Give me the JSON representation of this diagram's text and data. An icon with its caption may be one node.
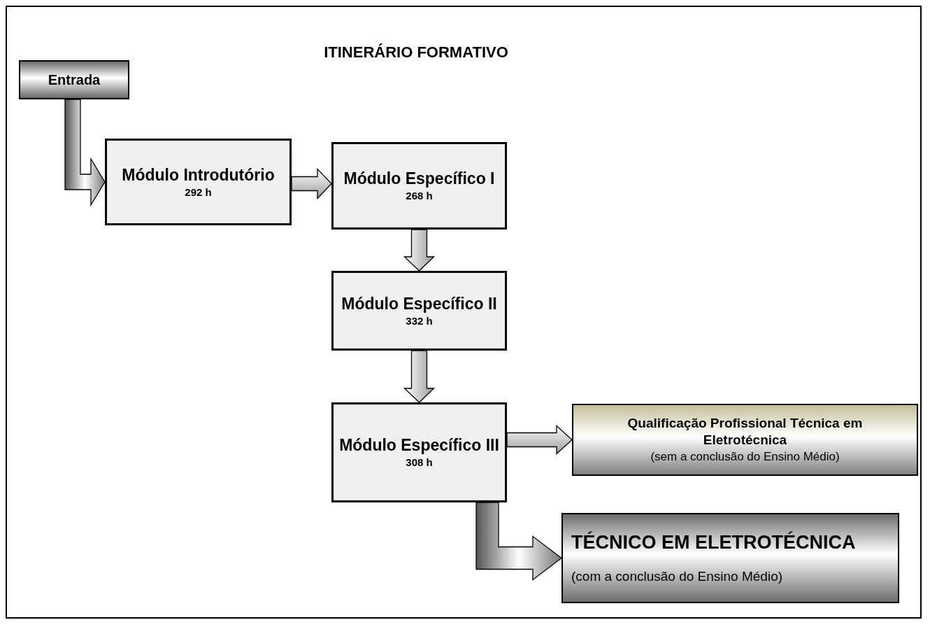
{
  "diagram": {
    "title": "ITINERÁRIO FORMATIVO",
    "nodes": [
      {
        "text": [
          "Entrada"
        ]
      },
      {
        "text": [
          "Módulo Introdutório",
          "292 h"
        ]
      },
      {
        "text": [
          "Módulo Específico I",
          "268 h"
        ]
      },
      {
        "text": [
          "Módulo Específico II",
          "332 h"
        ]
      },
      {
        "text": [
          "Módulo Específico III",
          "308 h"
        ]
      },
      {
        "text": [
          "Qualificação Profissional Técnica em Eletrotécnica",
          "(sem a conclusão do Ensino Médio)"
        ]
      },
      {
        "text": [
          "TÉCNICO EM ELETROTÉCNICA",
          "(com a conclusão do Ensino Médio)"
        ]
      }
    ],
    "edges": [
      {
        "from": 0,
        "to": 1,
        "arrow": "to"
      },
      {
        "from": 1,
        "to": 2,
        "arrow": "to"
      },
      {
        "from": 2,
        "to": 3,
        "arrow": "to"
      },
      {
        "from": 3,
        "to": 4,
        "arrow": "to"
      },
      {
        "from": 4,
        "to": 5,
        "arrow": "to"
      },
      {
        "from": 4,
        "to": 6,
        "arrow": "to"
      }
    ]
  }
}
